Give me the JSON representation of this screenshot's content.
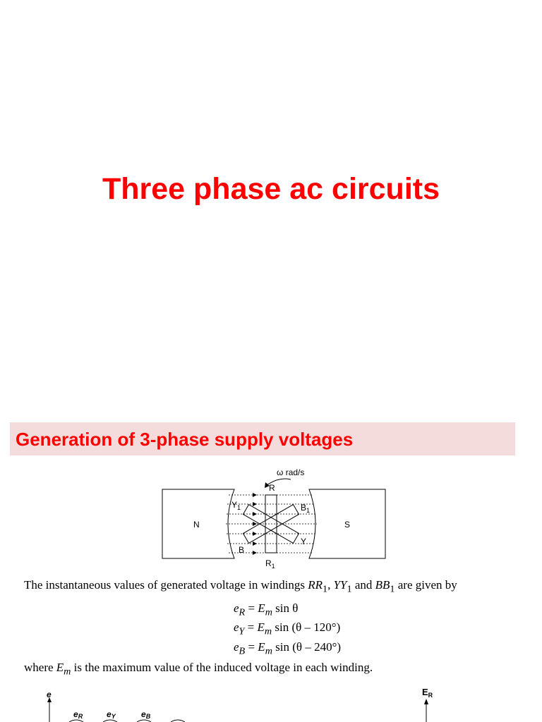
{
  "slide": {
    "title": "Three phase ac circuits"
  },
  "section": {
    "heading": "Generation of  3-phase supply voltages"
  },
  "diagram": {
    "omega_label": "ω rad/s",
    "pole_n": "N",
    "pole_s": "S",
    "label_r": "R",
    "label_r1": "R",
    "label_r1_sub": "1",
    "label_y1": "Y",
    "label_y1_sub": "1",
    "label_b1": "B",
    "label_b1_sub": "1",
    "label_y": "Y",
    "label_b": "B"
  },
  "text": {
    "intro_a": "The instantaneous values of generated voltage in windings ",
    "intro_rr": "RR",
    "intro_rr_sub": "1",
    "intro_comma": ", ",
    "intro_yy": "YY",
    "intro_yy_sub": "1",
    "intro_and": " and ",
    "intro_bb": "BB",
    "intro_bb_sub": "1",
    "intro_b": " are given by",
    "eq1_lhs_e": "e",
    "eq1_lhs_sub": "R",
    "eq1_rhs": " = ",
    "eq1_em": "E",
    "eq1_em_sub": "m",
    "eq1_tail": " sin θ",
    "eq2_lhs_e": "e",
    "eq2_lhs_sub": "Y",
    "eq2_rhs": " = ",
    "eq2_em": "E",
    "eq2_em_sub": "m",
    "eq2_tail": " sin (θ – 120°)",
    "eq3_lhs_e": "e",
    "eq3_lhs_sub": "B",
    "eq3_rhs": " = ",
    "eq3_em": "E",
    "eq3_em_sub": "m",
    "eq3_tail": " sin (θ – 240°)",
    "where_a": "where ",
    "where_em": "E",
    "where_em_sub": "m",
    "where_b": " is the maximum value of the induced voltage in each winding."
  },
  "waveform": {
    "axis_label": "e",
    "label_er": "e",
    "label_er_sub": "R",
    "label_ey": "e",
    "label_ey_sub": "Y",
    "label_eb": "e",
    "label_eb_sub": "B"
  },
  "phasor": {
    "label": "E",
    "label_sub": "R"
  }
}
